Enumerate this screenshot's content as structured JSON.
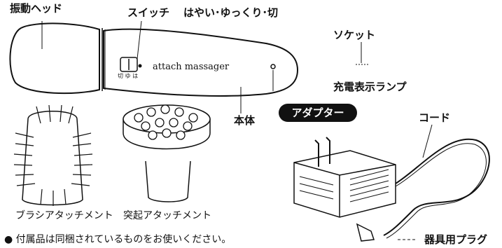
{
  "labels": {
    "vibration_head": "振動ヘッド",
    "switch": "スイッチ",
    "switch_modes": "はやい･ゆっくり･切",
    "socket": "ソケット",
    "charge_lamp": "充電表示ランプ",
    "body": "本体",
    "adapter": "アダプター",
    "cord": "コード",
    "brush_attachment": "ブラシアタッチメント",
    "bump_attachment": "突起アタッチメント",
    "device_plug": "器具用プラグ",
    "device_logo": "attach massager",
    "switch_marks": "切 ゆ は"
  },
  "note": "● 付属品は同梱されているものをお使いください。"
}
